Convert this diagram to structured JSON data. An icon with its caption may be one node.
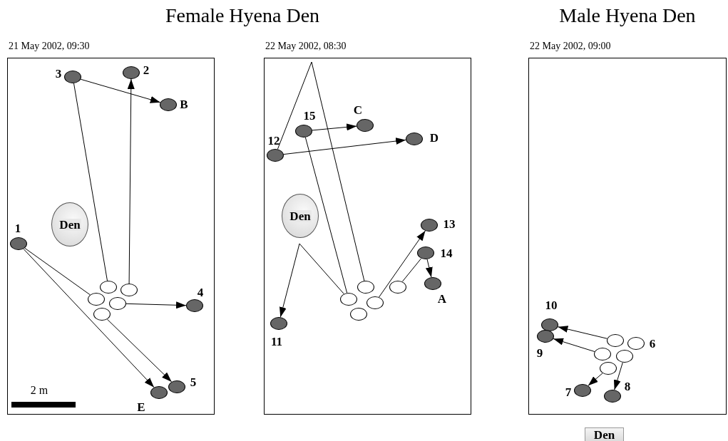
{
  "diagram": {
    "nodes": [
      {
        "text": [
          "21 May 2002, 09:30"
        ]
      },
      {
        "text": [
          "Den"
        ],
        "in": 0
      },
      {
        "text": [],
        "shape": "circle",
        "beside": [
          "3"
        ],
        "in": 0
      },
      {
        "text": [],
        "shape": "circle",
        "beside": [
          "2"
        ],
        "in": 0
      },
      {
        "text": [],
        "shape": "circle",
        "beside": [
          "B"
        ],
        "in": 0
      },
      {
        "text": [],
        "shape": "circle",
        "beside": [
          "1"
        ],
        "in": 0
      },
      {
        "text": [],
        "shape": "circle",
        "beside": [
          "4"
        ],
        "in": 0
      },
      {
        "text": [],
        "shape": "circle",
        "beside": [
          "E"
        ],
        "in": 0
      },
      {
        "text": [],
        "shape": "circle",
        "beside": [
          "5"
        ],
        "in": 0
      },
      {
        "text": [],
        "shape": "circle",
        "in": 0
      },
      {
        "text": [],
        "shape": "circle",
        "in": 0
      },
      {
        "text": [],
        "shape": "circle",
        "in": 0
      },
      {
        "text": [],
        "shape": "circle",
        "in": 0
      },
      {
        "text": [],
        "shape": "circle",
        "in": 0
      },
      {
        "text": [
          "22 May 2002, 08:30"
        ]
      },
      {
        "text": [
          "Den"
        ],
        "in": 14
      },
      {
        "text": [],
        "shape": "circle",
        "beside": [
          "15"
        ],
        "in": 14
      },
      {
        "text": [],
        "shape": "circle",
        "beside": [
          "C"
        ],
        "in": 14
      },
      {
        "text": [],
        "shape": "circle",
        "beside": [
          "12"
        ],
        "in": 14
      },
      {
        "text": [],
        "shape": "circle",
        "beside": [
          "D"
        ],
        "in": 14
      },
      {
        "text": [],
        "shape": "circle",
        "beside": [
          "13"
        ],
        "in": 14
      },
      {
        "text": [],
        "shape": "circle",
        "beside": [
          "14"
        ],
        "in": 14
      },
      {
        "text": [],
        "shape": "circle",
        "beside": [
          "A"
        ],
        "in": 14
      },
      {
        "text": [],
        "shape": "circle",
        "beside": [
          "11"
        ],
        "in": 14
      },
      {
        "text": [],
        "shape": "circle",
        "in": 14
      },
      {
        "text": [],
        "shape": "circle",
        "in": 14
      },
      {
        "text": [],
        "shape": "circle",
        "in": 14
      },
      {
        "text": [],
        "shape": "circle",
        "in": 14
      },
      {
        "text": [],
        "shape": "circle",
        "in": 14
      },
      {
        "text": [
          "22 May 2002, 09:00"
        ]
      },
      {
        "text": [],
        "shape": "circle",
        "beside": [
          "10"
        ],
        "in": 29
      },
      {
        "text": [],
        "shape": "circle",
        "beside": [
          "9"
        ],
        "in": 29
      },
      {
        "text": [],
        "shape": "circle",
        "beside": [
          "7"
        ],
        "in": 29
      },
      {
        "text": [],
        "shape": "circle",
        "beside": [
          "8"
        ],
        "in": 29
      },
      {
        "text": [],
        "shape": "circle",
        "in": 29
      },
      {
        "text": [],
        "shape": "circle",
        "beside": [
          "6"
        ],
        "in": 29
      },
      {
        "text": [],
        "shape": "circle",
        "in": 29
      },
      {
        "text": [],
        "shape": "circle",
        "in": 29
      },
      {
        "text": [],
        "shape": "circle",
        "in": 29
      },
      {
        "text": [
          "Den"
        ]
      }
    ],
    "edges": [
      {
        "from": 9,
        "to": 2,
        "arrow": "none"
      },
      {
        "from": 2,
        "to": 4,
        "arrow": "to"
      },
      {
        "from": 10,
        "to": 3,
        "arrow": "to"
      },
      {
        "from": 5,
        "to": 11,
        "arrow": "none"
      },
      {
        "from": 5,
        "to": 7,
        "arrow": "to"
      },
      {
        "from": 12,
        "to": 6,
        "arrow": "to"
      },
      {
        "from": 13,
        "to": 8,
        "arrow": "to"
      },
      {
        "from": 24,
        "to": 18,
        "arrow": "none"
      },
      {
        "from": 18,
        "to": 19,
        "arrow": "to"
      },
      {
        "from": 16,
        "to": 17,
        "arrow": "to"
      },
      {
        "from": 16,
        "to": 26,
        "arrow": "none"
      },
      {
        "from": 26,
        "to": 23,
        "arrow": "to"
      },
      {
        "from": 27,
        "to": 20,
        "arrow": "to"
      },
      {
        "from": 25,
        "to": 21,
        "arrow": "none"
      },
      {
        "from": 21,
        "to": 22,
        "arrow": "to"
      },
      {
        "from": 34,
        "to": 30,
        "arrow": "to"
      },
      {
        "from": 36,
        "to": 31,
        "arrow": "to"
      },
      {
        "from": 38,
        "to": 32,
        "arrow": "to"
      },
      {
        "from": 37,
        "to": 33,
        "arrow": "to"
      }
    ],
    "labels": [
      "Female Hyena Den",
      "Male Hyena Den",
      "2 m"
    ]
  }
}
